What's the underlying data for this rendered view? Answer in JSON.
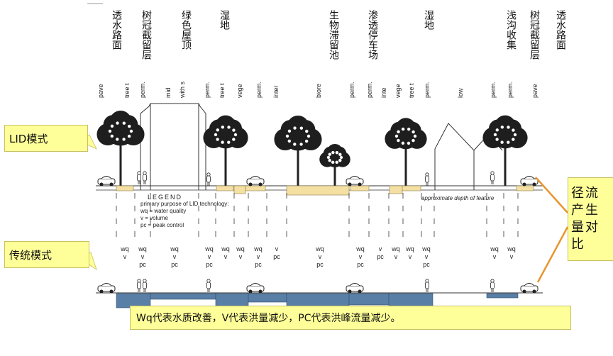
{
  "top_labels": [
    {
      "id": "porous-paving-left",
      "text": "透水路面"
    },
    {
      "id": "tree-canopy-left",
      "text": "树冠截留层"
    },
    {
      "id": "green-roof",
      "text": "绿色屋顶"
    },
    {
      "id": "wetland-left",
      "text": "湿地"
    },
    {
      "id": "bioretention",
      "text": "生物滞留池"
    },
    {
      "id": "permeable-parking",
      "text": "渗透停车场"
    },
    {
      "id": "wetland-right",
      "text": "湿地"
    },
    {
      "id": "shallow-swale",
      "text": "浅沟收集"
    },
    {
      "id": "tree-canopy-right",
      "text": "树冠截留层"
    },
    {
      "id": "porous-paving-right",
      "text": "透水路面"
    }
  ],
  "rotated_labels": [
    "pave",
    "tree t",
    "perm.",
    "mid",
    "with s",
    "perm.",
    "tree t",
    "vege",
    "perm.",
    "inter",
    "biore",
    "perm.",
    "perm.",
    "inte",
    "vege",
    "tree t",
    "perm.",
    "low",
    "perm.",
    "perm.",
    "pave"
  ],
  "callouts": {
    "lid": "LID模式",
    "traditional": "传统模式",
    "compare": "径流产生量对比",
    "note": "Wq代表水质改善，V代表洪量减少，PC代表洪峰流量减少。"
  },
  "legend": {
    "title": "LEGEND",
    "line1": "primary purpose of LID technology:",
    "line2": "wq = water quality",
    "line3": "v = volume",
    "line4": "pc = peak control"
  },
  "depth_note": "approximate depth of feature",
  "codes": [
    {
      "id": "c1",
      "lines": [
        "wq",
        "v"
      ]
    },
    {
      "id": "c2",
      "lines": [
        "wq",
        "v",
        "pc"
      ]
    },
    {
      "id": "c3",
      "lines": [
        "wq",
        "v",
        "pc"
      ]
    },
    {
      "id": "c4",
      "lines": [
        "wq",
        "v",
        "pc"
      ]
    },
    {
      "id": "c5",
      "lines": [
        "wq",
        "v"
      ]
    },
    {
      "id": "c6",
      "lines": [
        "wq",
        "v"
      ]
    },
    {
      "id": "c7",
      "lines": [
        "wq",
        "v",
        "pc"
      ]
    },
    {
      "id": "c8",
      "lines": [
        "v",
        "pc"
      ]
    },
    {
      "id": "c9",
      "lines": [
        "wq",
        "v",
        "pc"
      ]
    },
    {
      "id": "c10",
      "lines": [
        "wq",
        "v",
        "pc"
      ]
    },
    {
      "id": "c11",
      "lines": [
        "v",
        "pc"
      ]
    },
    {
      "id": "c12",
      "lines": [
        "wq",
        "v"
      ]
    },
    {
      "id": "c13",
      "lines": [
        "wq",
        "v"
      ]
    },
    {
      "id": "c14",
      "lines": [
        "wq",
        "v",
        "pc"
      ]
    },
    {
      "id": "c15",
      "lines": [
        "wq",
        "v"
      ]
    },
    {
      "id": "c16",
      "lines": [
        "wq",
        "v"
      ]
    }
  ],
  "colors": {
    "callout_fill": "#ffff99",
    "lid_feature": "#f5e0a3",
    "runoff_bar": "#5a7fa6",
    "arrow": "#e8952e"
  }
}
